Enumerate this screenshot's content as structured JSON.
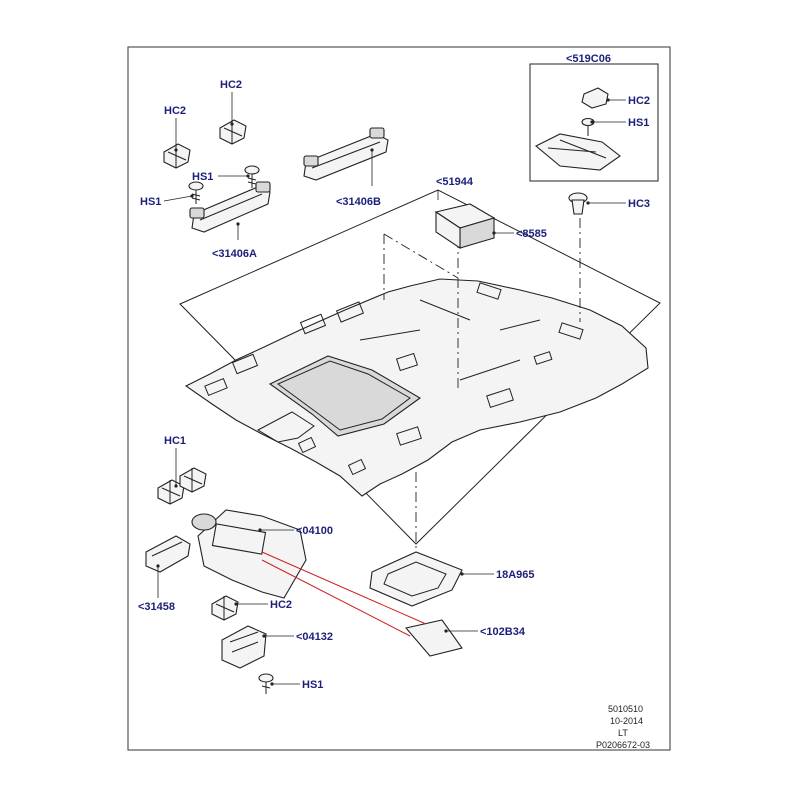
{
  "callouts": {
    "hc2_left": "HC2",
    "hc2_top": "HC2",
    "hs1_mid": "HS1",
    "hs1_left": "HS1",
    "grab_b": "<31406B",
    "grab_a": "<31406A",
    "headliner": "<51944",
    "lamp_group": "<519C06",
    "lamp_hc2": "HC2",
    "lamp_hs1": "HS1",
    "hc3": "HC3",
    "pad": "<8585",
    "hc1": "HC1",
    "visor": "<04100",
    "visor_clip": "<31458",
    "console_trim": "18A965",
    "hc2_bottom": "HC2",
    "bracket": "<04132",
    "mirror": "<102B34",
    "hs1_bottom": "HS1"
  },
  "meta": {
    "code": "5010510",
    "date": "10-2014",
    "region": "LT",
    "drawing_number": "P0206672-03"
  },
  "colors": {
    "callout_text": "#1b1f7a",
    "linework": "#222222",
    "mirror_leader": "#cc2222"
  }
}
